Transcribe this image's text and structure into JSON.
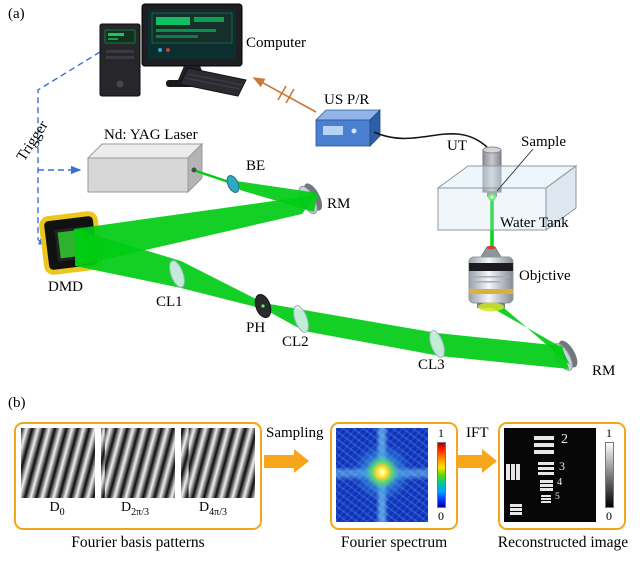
{
  "panel_a": {
    "tag": "(a)",
    "labels": {
      "computer": "Computer",
      "us_pr": "US P/R",
      "trigger": "Trigger",
      "laser": "Nd: YAG Laser",
      "be": "BE",
      "rm_top": "RM",
      "ut": "UT",
      "sample": "Sample",
      "water_tank": "Water Tank",
      "objective": "Objctive",
      "dmd": "DMD",
      "cl1": "CL1",
      "ph": "PH",
      "cl2": "CL2",
      "cl3": "CL3",
      "rm_bottom": "RM"
    }
  },
  "panel_b": {
    "tag": "(b)",
    "patterns": [
      {
        "base": "D",
        "sub": "0"
      },
      {
        "base": "D",
        "sub": "2π/3"
      },
      {
        "base": "D",
        "sub": "4π/3"
      }
    ],
    "sampling_label": "Sampling",
    "ift_label": "IFT",
    "captions": {
      "patterns": "Fourier basis patterns",
      "spectrum": "Fourier spectrum",
      "reconstructed": "Reconstructed image"
    },
    "spectrum_colorbar": {
      "max": "1",
      "min": "0"
    },
    "recon_colorbar": {
      "max": "1",
      "min": "0"
    },
    "recon_numbers": [
      "2",
      "3",
      "4",
      "5"
    ]
  },
  "colors": {
    "beam_green": "#00cc14",
    "accent_yellow": "#f2a71b",
    "trigger_blue": "#3a6fd8",
    "signal_orange": "#c87838",
    "uspr_blue": "#4a80cf",
    "spectrum_blue": "#1530b8"
  }
}
